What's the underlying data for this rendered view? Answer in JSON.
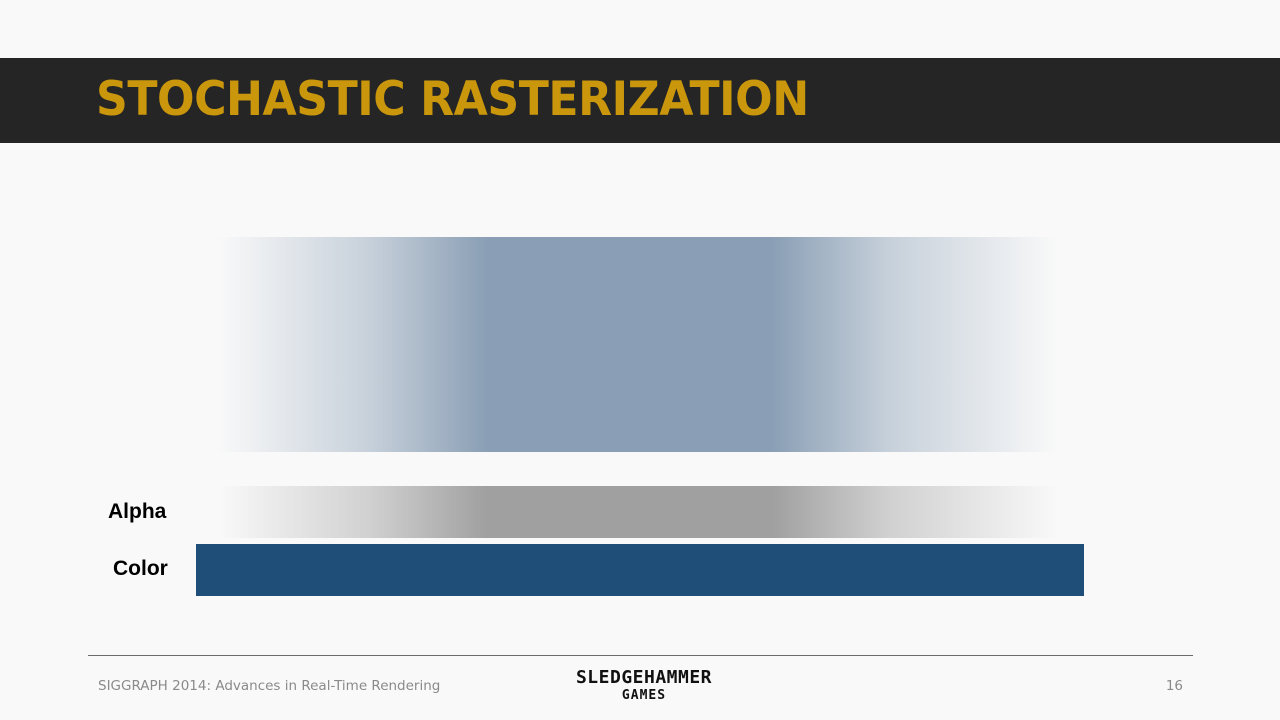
{
  "slide": {
    "title": "STOCHASTIC RASTERIZATION",
    "alpha_label": "Alpha",
    "color_label": "Color",
    "footer_text": "SIGGRAPH 2014: Advances in Real-Time Rendering",
    "page_number": "16",
    "logo_line1": "SLEDGEHAMMER",
    "logo_line2": "GAMES"
  },
  "colors": {
    "title_bar": "#252525",
    "title_text": "#c9960c",
    "color_bar": "#1f4e79",
    "blended_peak": "#8a9fb5",
    "alpha_peak": "#a0a0a0",
    "background": "#f9f9f9"
  }
}
